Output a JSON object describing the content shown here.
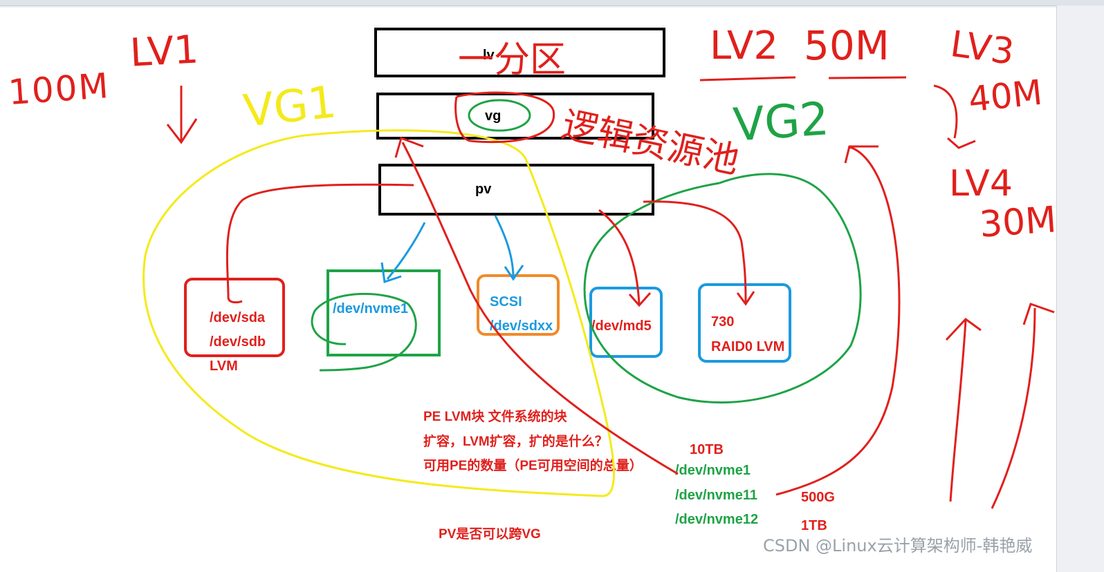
{
  "boxes": {
    "lv": "lv",
    "vg": "vg",
    "pv": "pv"
  },
  "devices": {
    "red_box": {
      "line1": "/dev/sda",
      "line2": "/dev/sdb",
      "below": "LVM"
    },
    "green_box": {
      "line1": "/dev/nvme1"
    },
    "orange_box": {
      "line1": "SCSI",
      "line2": "/dev/sdxx"
    },
    "blue_box_1": {
      "line1": "/dev/md5"
    },
    "blue_box_2": {
      "line1": "730",
      "line2": "RAID0 LVM"
    }
  },
  "notes": {
    "line1": "PE LVM块 文件系统的块",
    "line2": "扩容，LVM扩容，扩的是什么？",
    "line3": "可用PE的数量（PE可用空间的总量）",
    "question": "PV是否可以跨VG"
  },
  "disk_list": {
    "size_10tb": "10TB",
    "dev1": "/dev/nvme1",
    "dev2": "/dev/nvme11",
    "dev3": "/dev/nvme12",
    "size_500g": "500G",
    "size_1tb": "1TB"
  },
  "handwriting": {
    "size_100m": "100M",
    "lv1": "LV1",
    "vg1": "VG1",
    "partition": "一分区",
    "lv2": "LV2",
    "size_50m": "50M",
    "lv3": "LV3",
    "size_40m": "40M",
    "lv4": "LV4",
    "size_30m": "30M",
    "pool": "逻辑资源池",
    "vg2": "VG2"
  },
  "watermark": "CSDN @Linux云计算架构师-韩艳威",
  "colors": {
    "red": "#e0201c",
    "blue": "#1b9ae0",
    "green": "#1ea346",
    "yellow": "#f4ea1b",
    "orange": "#f08a2a"
  }
}
